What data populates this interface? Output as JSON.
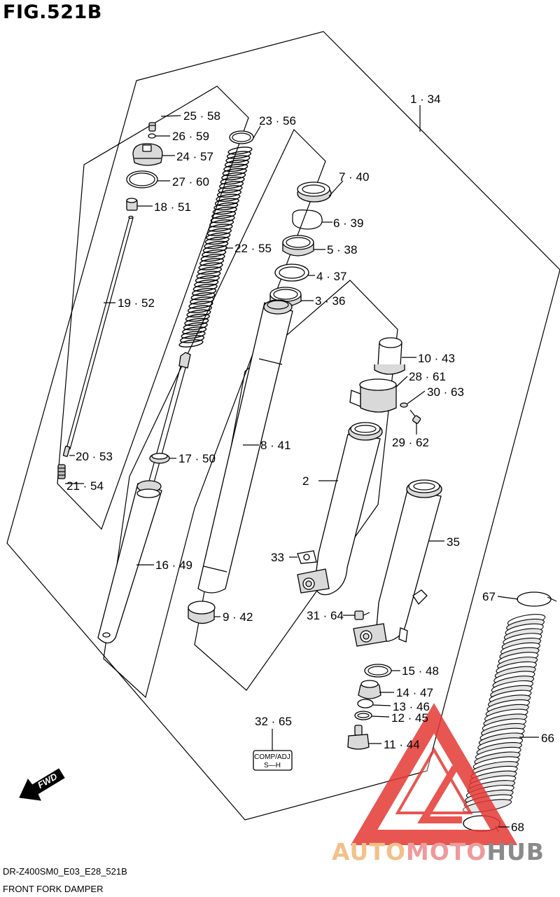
{
  "figure": {
    "title": "FIG.521B",
    "code": "DR-Z400SM0_E03_E28_521B",
    "name": "FRONT FORK DAMPER"
  },
  "callouts": {
    "c1": "1 · 34",
    "c23": "23 · 56",
    "c25": "25 · 58",
    "c26": "26 · 59",
    "c24": "24 · 57",
    "c27": "27 · 60",
    "c18": "18 · 51",
    "c19": "19 · 52",
    "c20": "20 · 53",
    "c21": "21 · 54",
    "c22": "22 · 55",
    "c17": "17 · 50",
    "c16": "16 · 49",
    "c7": "7 · 40",
    "c6": "6 · 39",
    "c5": "5 · 38",
    "c4": "4 · 37",
    "c3": "3 · 36",
    "c8": "8 · 41",
    "c9": "9 · 42",
    "c10": "10 · 43",
    "c28": "28 · 61",
    "c30": "30 · 63",
    "c29": "29 · 62",
    "c2": "2",
    "c33": "33",
    "c35": "35",
    "c31": "31 · 64",
    "c67": "67",
    "c15": "15 · 48",
    "c14": "14 · 47",
    "c13": "13 · 46",
    "c12": "12 · 45",
    "c11": "11 · 44",
    "c32": "32 · 65",
    "c66": "66",
    "c68": "68"
  },
  "comp_adj": {
    "top": "COMP/ADJ",
    "bottom": "S—H"
  },
  "fwd_label": "FWD",
  "watermark": {
    "part1": "AUTO",
    "part2": "MOTO",
    "part3": "HUB"
  },
  "colors": {
    "watermark_red": "#e53935",
    "watermark_orange": "#f3c089",
    "watermark_gray": "#8a8a8a"
  }
}
